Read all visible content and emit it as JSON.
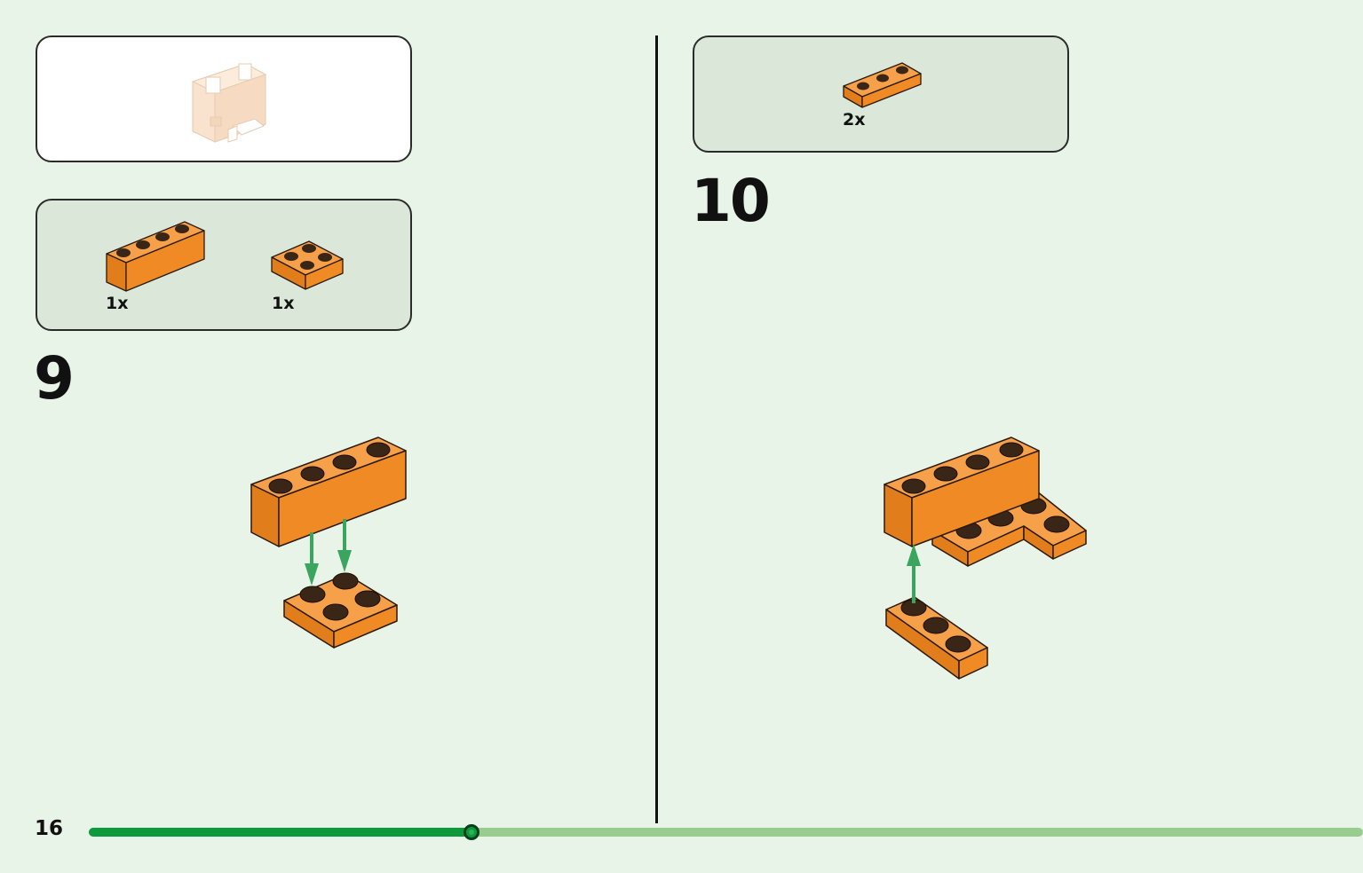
{
  "page": {
    "number": "16",
    "progress": 0.3
  },
  "colors": {
    "brick": "#f08a24",
    "stud": "#3a2616",
    "arrow": "#3aa55f",
    "track_done": "#0d9a3c",
    "track_todo": "#99cd8f"
  },
  "step9": {
    "number": "9",
    "parts": [
      {
        "name": "1x4 brick",
        "qty": "1x"
      },
      {
        "name": "2x2 plate",
        "qty": "1x"
      }
    ]
  },
  "step10": {
    "number": "10",
    "parts": [
      {
        "name": "1x3 plate",
        "qty": "2x"
      }
    ]
  }
}
